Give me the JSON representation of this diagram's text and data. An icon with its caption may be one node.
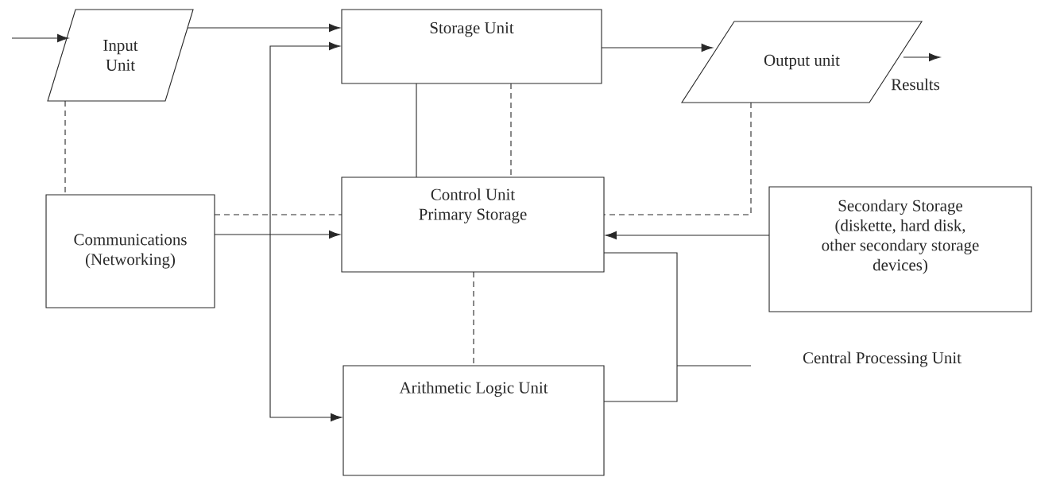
{
  "diagram": {
    "nodes": [
      {
        "text": [
          "Input Unit"
        ]
      },
      {
        "text": [
          "Storage Unit"
        ]
      },
      {
        "text": [
          "Output unit"
        ]
      },
      {
        "text": [
          "Communications (Networking)"
        ]
      },
      {
        "text": [
          "Control Unit Primary Storage"
        ]
      },
      {
        "text": [
          "Secondary Storage (diskette, hard disk, other secondary storage devices)"
        ]
      },
      {
        "text": [
          "Arithmetic Logic Unit"
        ]
      }
    ],
    "edges": [
      {
        "from": null,
        "to": 0,
        "arrow": "to"
      },
      {
        "from": 0,
        "to": 1,
        "arrow": "to"
      },
      {
        "from": 1,
        "to": 6,
        "arrow": "both"
      },
      {
        "from": 1,
        "to": 2,
        "arrow": "to"
      },
      {
        "from": 1,
        "to": 4,
        "arrow": "none"
      },
      {
        "from": 1,
        "to": 4,
        "arrow": "none",
        "style": "dashed"
      },
      {
        "from": 0,
        "to": 3,
        "arrow": "none",
        "style": "dashed"
      },
      {
        "from": 3,
        "to": 4,
        "arrow": "none",
        "style": "dashed"
      },
      {
        "from": 3,
        "to": 4,
        "arrow": "to"
      },
      {
        "from": 2,
        "to": 4,
        "arrow": "none",
        "style": "dashed"
      },
      {
        "from": 5,
        "to": 4,
        "arrow": "to"
      },
      {
        "from": 4,
        "to": 6,
        "arrow": "none",
        "style": "dashed"
      },
      {
        "from": 2,
        "to": null,
        "arrow": "to",
        "label": "Results"
      }
    ],
    "labels": [
      "Central Processing Unit"
    ]
  }
}
